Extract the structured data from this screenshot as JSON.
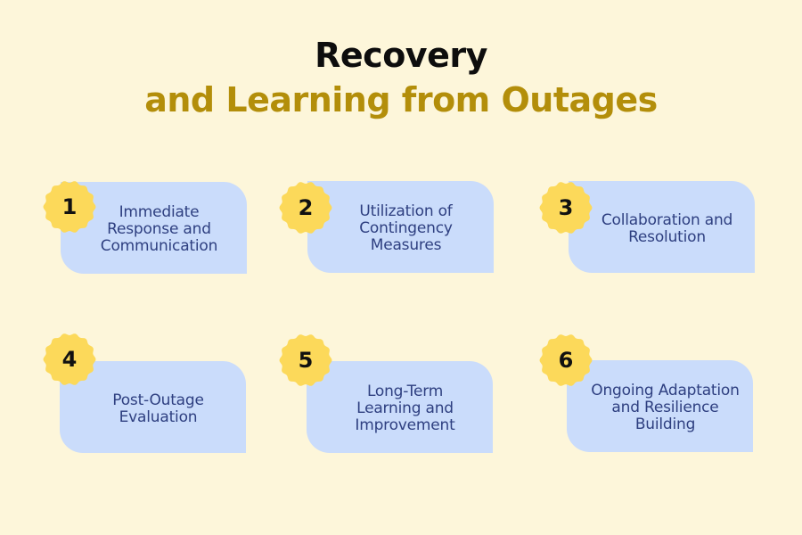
{
  "title": {
    "line1": "Recovery",
    "line2": "and Learning from Outages",
    "line1_color": "#0d0d0d",
    "line2_color": "#b38e0a"
  },
  "colors": {
    "background": "#fdf6da",
    "card": "#cadcfb",
    "card_text": "#2e3f80",
    "badge": "#fcd95a"
  },
  "steps": [
    {
      "number": "1",
      "label": "Immediate Response and Communication"
    },
    {
      "number": "2",
      "label": "Utilization of Contingency Measures"
    },
    {
      "number": "3",
      "label": "Collaboration and Resolution"
    },
    {
      "number": "4",
      "label": "Post-Outage Evaluation"
    },
    {
      "number": "5",
      "label": "Long-Term Learning and Improvement"
    },
    {
      "number": "6",
      "label": "Ongoing Adaptation and Resilience Building"
    }
  ]
}
